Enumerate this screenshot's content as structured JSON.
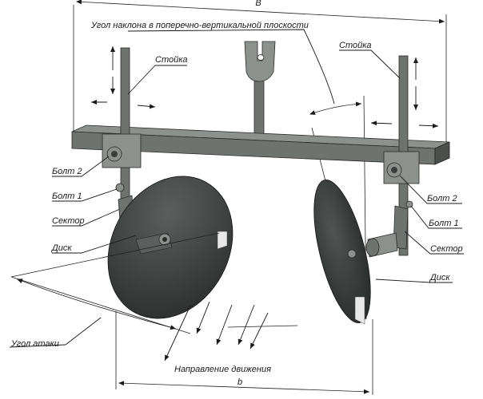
{
  "labels": {
    "B": "B",
    "b": "b",
    "tilt_angle": "Угол наклона в поперечно-вертикальной плоскости",
    "post_left": "Стойка",
    "post_right": "Стойка",
    "bolt2_left": "Болт 2",
    "bolt1_left": "Болт 1",
    "sector_left": "Сектор",
    "disc_left": "Диск",
    "bolt2_right": "Болт 2",
    "bolt1_right": "Болт 1",
    "sector_right": "Сектор",
    "disc_right": "Диск",
    "attack_angle": "Угол атаки",
    "direction": "Направление движения"
  }
}
